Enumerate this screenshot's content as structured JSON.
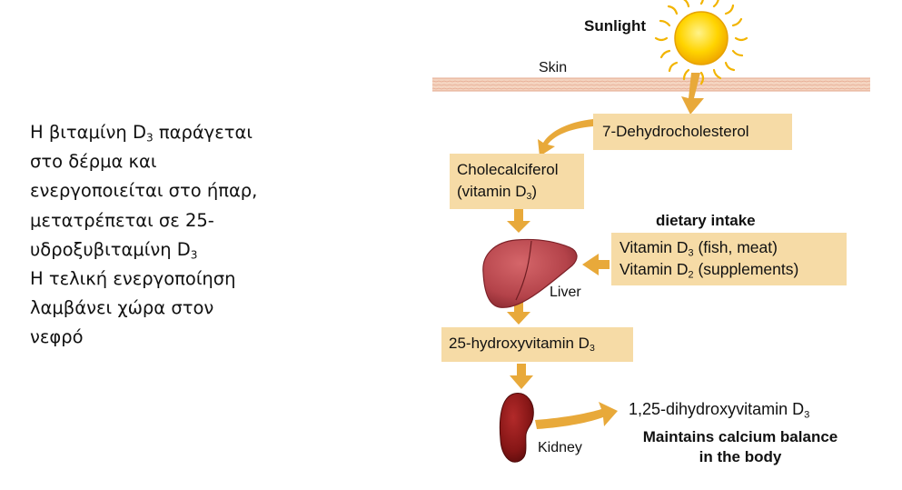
{
  "left_text": {
    "line1_pre": "Η βιταμίνη D",
    "line1_sub": "3",
    "line1_post": " παράγεται",
    "line2": "στο δέρμα και",
    "line3": "ενεργοποιείται στο ήπαρ,",
    "line4": "μετατρέπεται σε 25-",
    "line5_pre": "υδροξυβιταμίνη D",
    "line5_sub": "3",
    "line6": "Η τελική ενεργοποίηση",
    "line7": "λαμβάνει χώρα στον",
    "line8": "νεφρό"
  },
  "diagram": {
    "sunlight": "Sunlight",
    "skin": "Skin",
    "dehydro": "7-Dehydrocholesterol",
    "chole_line1": "Cholecalciferol",
    "chole_line2_pre": "(vitamin D",
    "chole_line2_sub": "3",
    "chole_line2_post": ")",
    "dietary_title": "dietary intake",
    "diet_line1_pre": "Vitamin D",
    "diet_line1_sub": "3",
    "diet_line1_post": " (fish, meat)",
    "diet_line2_pre": "Vitamin D",
    "diet_line2_sub": "2",
    "diet_line2_post": " (supplements)",
    "liver": "Liver",
    "hydroxy_pre": "25-hydroxyvitamin D",
    "hydroxy_sub": "3",
    "kidney": "Kidney",
    "dihydroxy_pre": "1,25-dihydroxyvitamin D",
    "dihydroxy_sub": "3",
    "maintains_line1": "Maintains calcium balance",
    "maintains_line2": "in the body"
  },
  "colors": {
    "box_fill": "#f6dba6",
    "arrow": "#e8a93a",
    "sun": "#f7c600",
    "liver": "#b8474a",
    "kidney": "#8a1a1a",
    "skin_band": "#f1c9b1"
  }
}
